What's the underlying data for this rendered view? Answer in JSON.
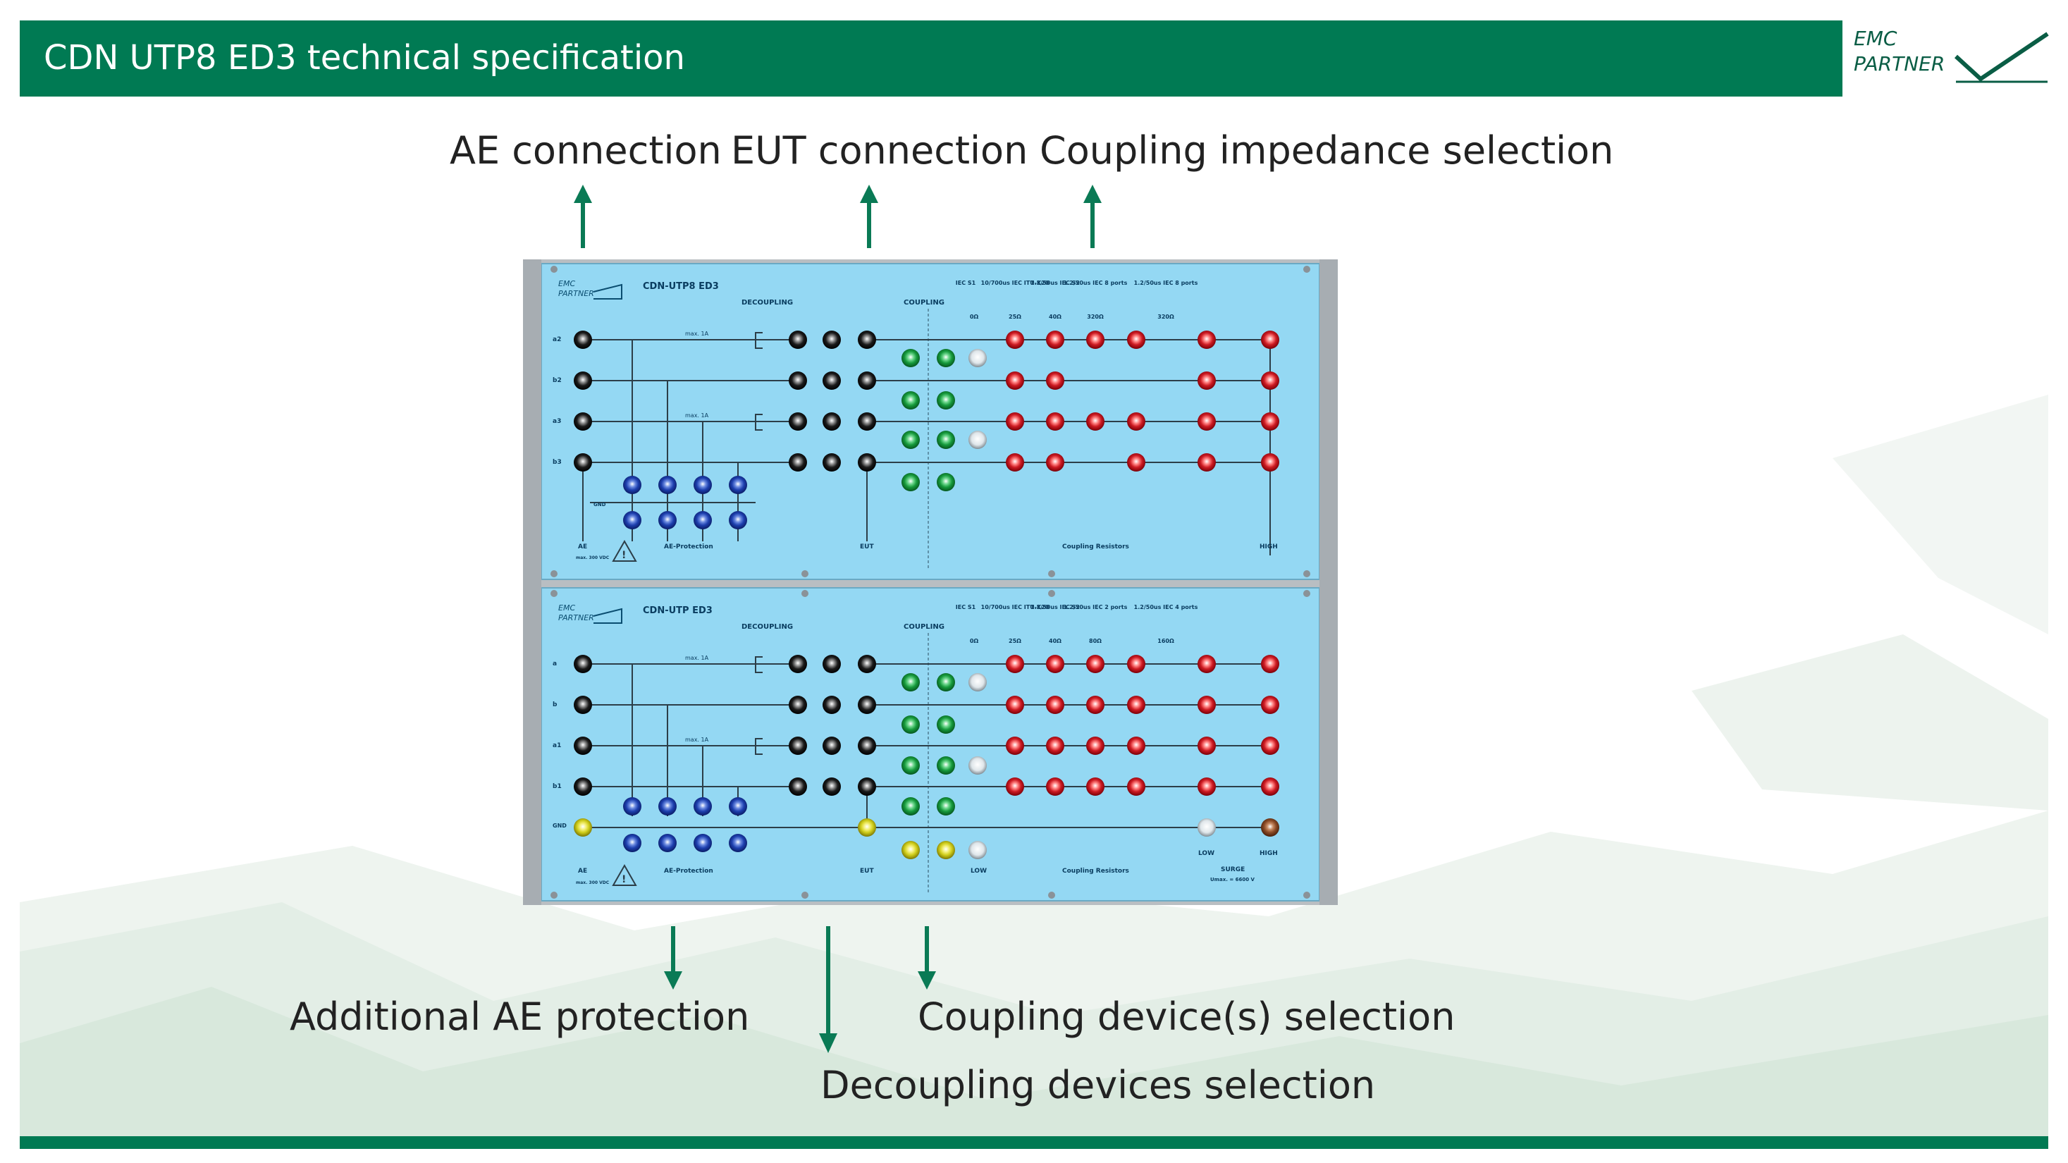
{
  "header": {
    "title": "CDN UTP8 ED3 technical specification"
  },
  "logo": {
    "line1": "EMC",
    "line2": "PARTNER"
  },
  "labels": {
    "ae_connection": "AE connection",
    "eut_connection": "EUT connection",
    "coupling_impedance": "Coupling impedance selection",
    "additional_ae_protection": "Additional AE protection",
    "coupling_devices": "Coupling device(s) selection",
    "decoupling_devices": "Decoupling devices selection"
  },
  "device_top": {
    "model": "CDN-UTP8 ED3",
    "brand1": "EMC",
    "brand2": "PARTNER",
    "decoupling": "DECOUPLING",
    "coupling": "COUPLING",
    "ae": "AE",
    "ae_protection": "AE-Protection",
    "eut": "EUT",
    "coupling_resistors": "Coupling Resistors",
    "high": "HIGH",
    "gnd": "GND",
    "max_ae": "max. 300 VDC",
    "max_current": "max. 1A",
    "rows": [
      "a2",
      "b2",
      "a3",
      "b3"
    ],
    "res_headers": [
      "IEC S1",
      "10/700us IEC ITU-K20",
      "1.2/50us IEC S2",
      "1.2/50us IEC 8 ports",
      "1.2/50us IEC 8 ports"
    ],
    "res_values": [
      "0Ω",
      "25Ω",
      "40Ω",
      "320Ω",
      "320Ω"
    ]
  },
  "device_bottom": {
    "model": "CDN-UTP ED3",
    "brand1": "EMC",
    "brand2": "PARTNER",
    "decoupling": "DECOUPLING",
    "coupling": "COUPLING",
    "ae": "AE",
    "ae_protection": "AE-Protection",
    "eut": "EUT",
    "low": "LOW",
    "coupling_resistors": "Coupling Resistors",
    "high": "HIGH",
    "low2": "LOW",
    "surge": "SURGE",
    "umax": "Umax. = 6600 V",
    "gnd": "GND",
    "max_ae": "max. 300 VDC",
    "max_current": "max. 1A",
    "rows": [
      "a",
      "b",
      "a1",
      "b1"
    ],
    "res_headers": [
      "IEC S1",
      "10/700us IEC ITU-K20",
      "1.2/50us IEC S2",
      "1.2/50us IEC 2 ports",
      "1.2/50us IEC 4 ports"
    ],
    "res_values": [
      "0Ω",
      "25Ω",
      "40Ω",
      "80Ω",
      "160Ω"
    ]
  },
  "colors": {
    "brand_green": "#007a53",
    "panel_blue": "#94d8f3",
    "terminal_red": "#cc1a22",
    "terminal_blue": "#1d3fae",
    "terminal_green": "#169a3c",
    "terminal_yellow": "#d8d820"
  }
}
